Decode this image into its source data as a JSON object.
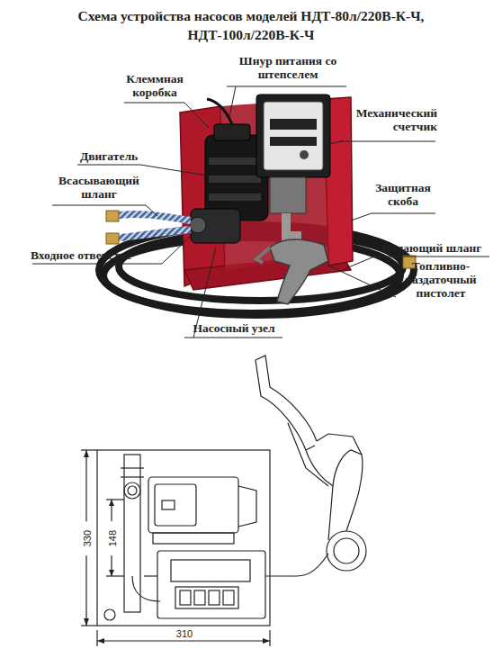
{
  "diagram": {
    "title": "Схема устройства насосов моделей НДТ-80л/220В-К-Ч, НДТ-100л/220В-К-Ч",
    "labels": [
      "Клеммная коробка",
      "Шнур питания со штепселем",
      "Механический счетчик",
      "Двигатель",
      "Всасывающий шланг",
      "Защитная скоба",
      "Входное отверстие",
      "Подающий шланг",
      "Топливно-раздаточный пистолет",
      "Насосный узел",
      "330",
      "148",
      "310"
    ]
  }
}
